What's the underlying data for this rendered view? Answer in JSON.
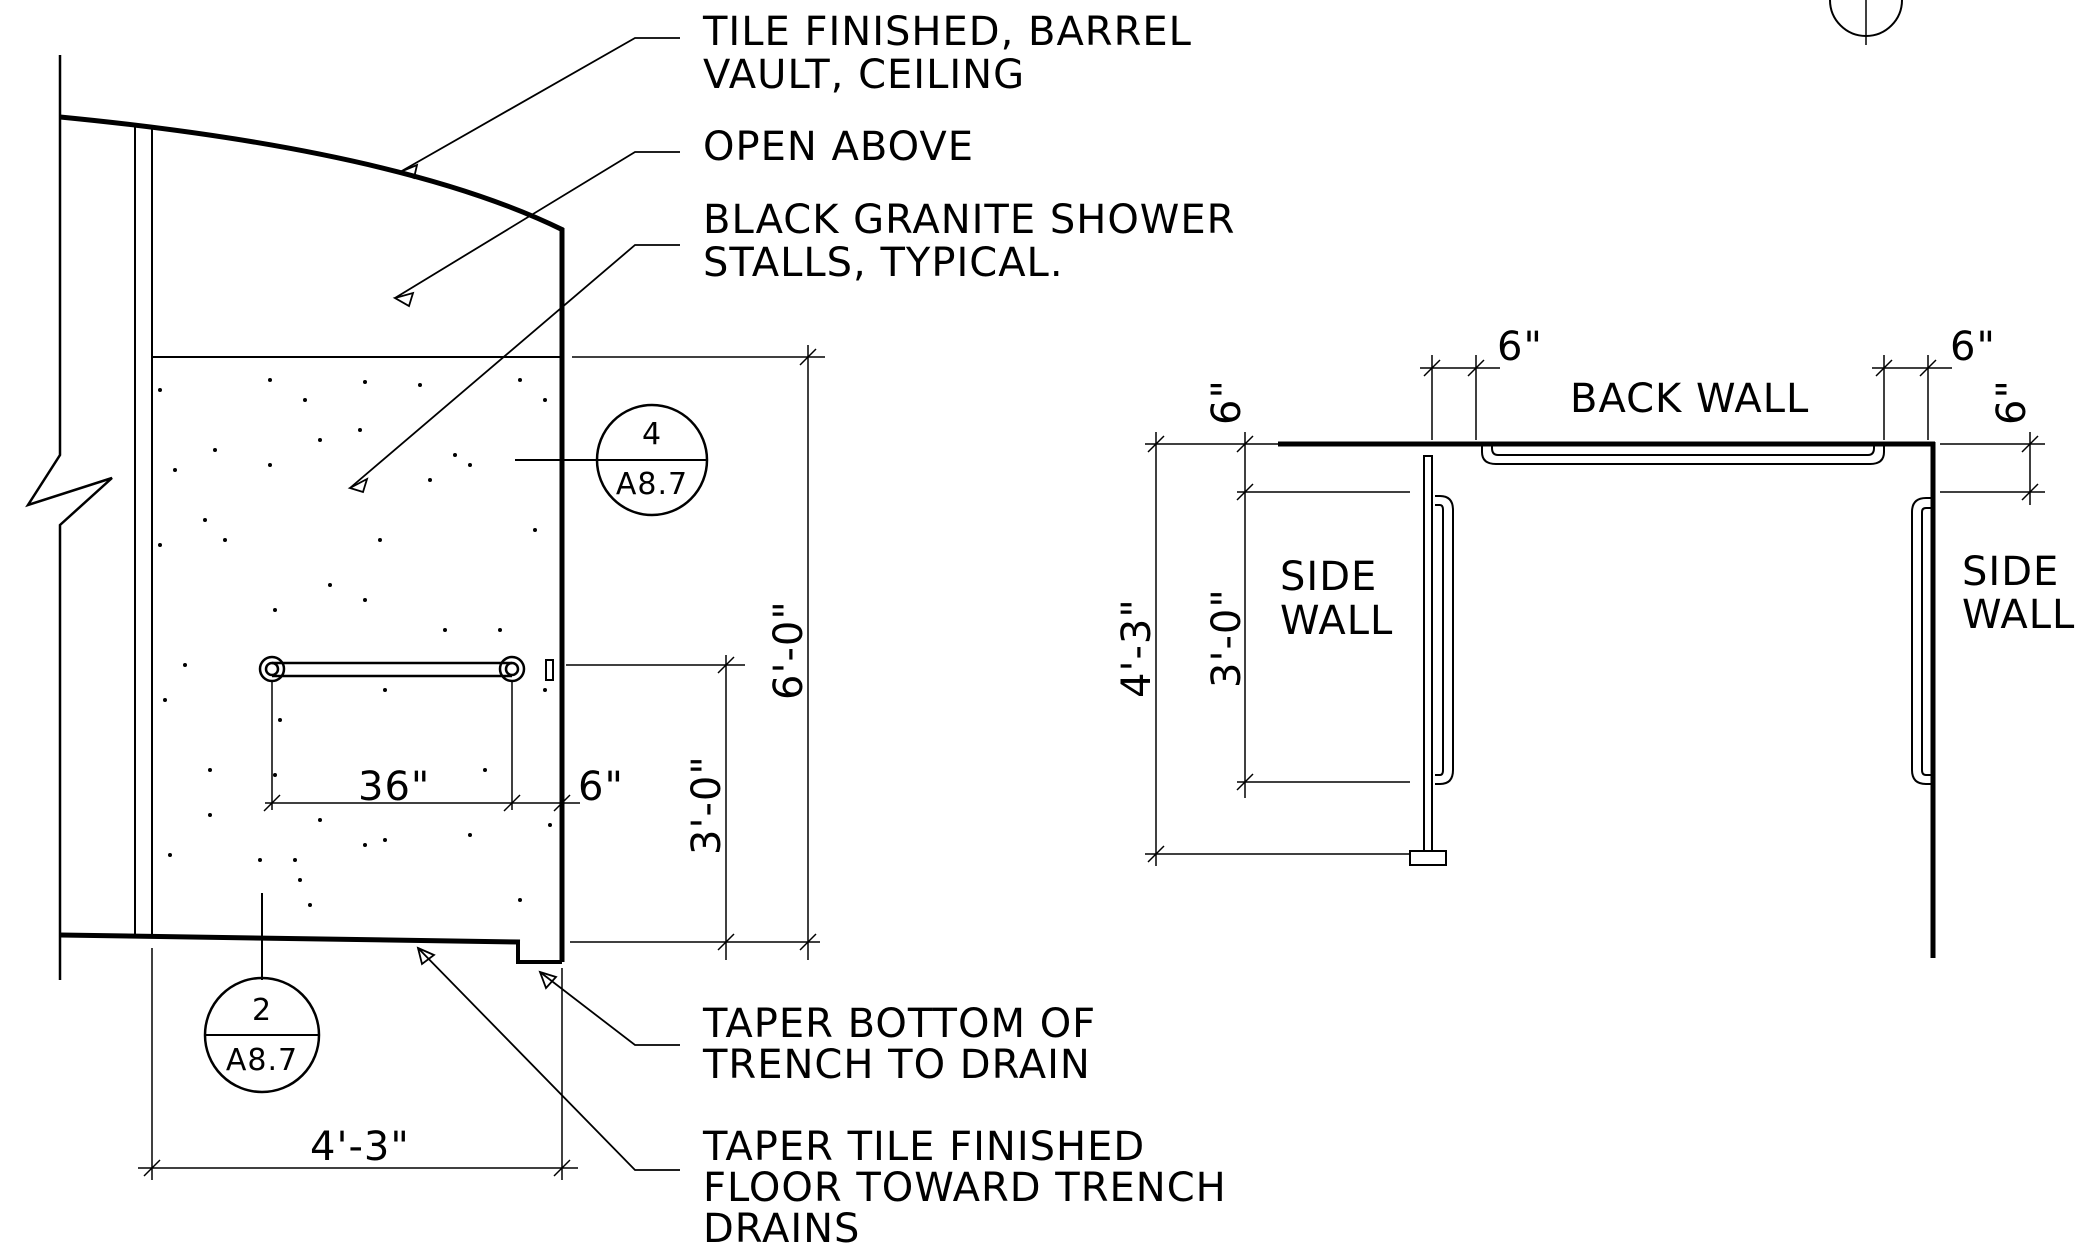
{
  "notes": {
    "ceiling_1": "TILE FINISHED, BARREL",
    "ceiling_2": "VAULT, CEILING",
    "open_above": "OPEN ABOVE",
    "granite_1": "BLACK GRANITE SHOWER",
    "granite_2": "STALLS, TYPICAL.",
    "trench_1": "TAPER BOTTOM OF",
    "trench_2": "TRENCH TO DRAIN",
    "floor_1": "TAPER TILE FINISHED",
    "floor_2": "FLOOR TOWARD TRENCH",
    "floor_3": "DRAINS"
  },
  "elevation_dims": {
    "bar_width": "36\"",
    "bar_offset": "6\"",
    "bar_height": "3'-0\"",
    "stall_height": "6'-0\"",
    "stall_width": "4'-3\""
  },
  "section_callouts": [
    {
      "number": "4",
      "sheet": "A8.7"
    },
    {
      "number": "2",
      "sheet": "A8.7"
    }
  ],
  "plan": {
    "back_wall": "BACK WALL",
    "side_wall_left_1": "SIDE",
    "side_wall_left_2": "WALL",
    "side_wall_right_1": "SIDE",
    "side_wall_right_2": "WALL",
    "dims": {
      "top_left_6": "6\"",
      "top_right_6": "6\"",
      "left_vertical_6": "6\"",
      "right_vertical_6": "6\"",
      "depth": "4'-3\"",
      "bar_height": "3'-0\""
    }
  }
}
